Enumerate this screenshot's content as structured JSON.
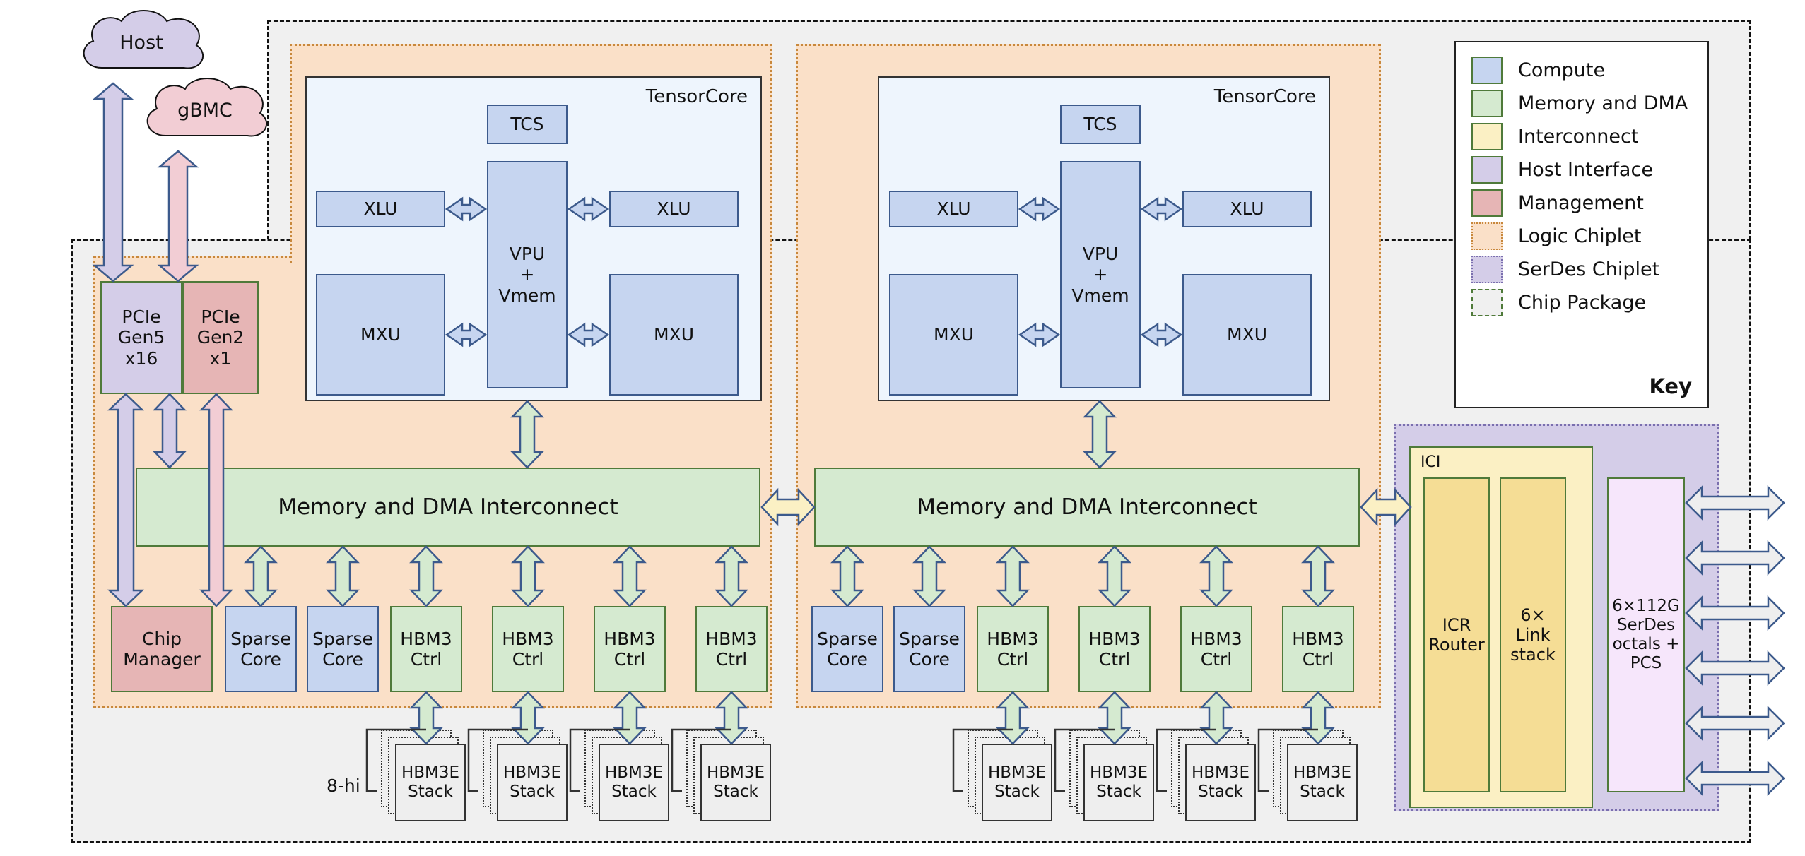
{
  "diagram": {
    "title": "TPU chip package block diagram",
    "external_nodes": [
      {
        "name": "host",
        "label": "Host",
        "color": "#d4cde8"
      },
      {
        "name": "gbmc",
        "label": "gBMC",
        "color": "#f2cdd4"
      }
    ],
    "side_labels": [
      {
        "name": "hbm-stack-height",
        "label": "8-hi"
      }
    ],
    "logic_chiplets": [
      {
        "name": "logic-chiplet-left",
        "tensorcore": {
          "label": "TensorCore",
          "blocks": {
            "tcs": "TCS",
            "vpu": "VPU\n+\nVmem",
            "xlu_left": "XLU",
            "xlu_right": "XLU",
            "mxu_left": "MXU",
            "mxu_right": "MXU"
          }
        },
        "interconnect": "Memory and DMA Interconnect",
        "bottom_blocks": [
          {
            "label": "Chip\nManager",
            "kind": "management"
          },
          {
            "label": "Sparse\nCore",
            "kind": "compute"
          },
          {
            "label": "Sparse\nCore",
            "kind": "compute"
          },
          {
            "label": "HBM3\nCtrl",
            "kind": "memory"
          },
          {
            "label": "HBM3\nCtrl",
            "kind": "memory"
          },
          {
            "label": "HBM3\nCtrl",
            "kind": "memory"
          },
          {
            "label": "HBM3\nCtrl",
            "kind": "memory"
          }
        ],
        "pcie": [
          {
            "label": "PCIe\nGen5\nx16",
            "kind": "host-interface"
          },
          {
            "label": "PCIe\nGen2\nx1",
            "kind": "management"
          }
        ]
      },
      {
        "name": "logic-chiplet-right",
        "tensorcore": {
          "label": "TensorCore",
          "blocks": {
            "tcs": "TCS",
            "vpu": "VPU\n+\nVmem",
            "xlu_left": "XLU",
            "xlu_right": "XLU",
            "mxu_left": "MXU",
            "mxu_right": "MXU"
          }
        },
        "interconnect": "Memory and DMA Interconnect",
        "bottom_blocks": [
          {
            "label": "Sparse\nCore",
            "kind": "compute"
          },
          {
            "label": "Sparse\nCore",
            "kind": "compute"
          },
          {
            "label": "HBM3\nCtrl",
            "kind": "memory"
          },
          {
            "label": "HBM3\nCtrl",
            "kind": "memory"
          },
          {
            "label": "HBM3\nCtrl",
            "kind": "memory"
          },
          {
            "label": "HBM3\nCtrl",
            "kind": "memory"
          }
        ]
      }
    ],
    "serdes_chiplet": {
      "name": "serdes-chiplet",
      "ici": {
        "label": "ICI",
        "blocks": [
          {
            "label": "ICR\nRouter"
          },
          {
            "label": "6×\nLink\nstack"
          }
        ]
      },
      "serdes_block": {
        "label": "6×112G\nSerDes\noctals +\nPCS"
      },
      "external_link_count": 6
    },
    "hbm_stacks": {
      "label": "HBM3E\nStack",
      "count_left": 4,
      "count_right": 4
    },
    "legend": {
      "key_label": "Key",
      "items": [
        {
          "label": "Compute",
          "color": "#c6d5f0",
          "border": "solid"
        },
        {
          "label": "Memory and DMA",
          "color": "#d5ead0",
          "border": "solid"
        },
        {
          "label": "Interconnect",
          "color": "#fbf0c4",
          "border": "solid"
        },
        {
          "label": "Host Interface",
          "color": "#d4cde8",
          "border": "solid"
        },
        {
          "label": "Management",
          "color": "#e6b5b5",
          "border": "solid"
        },
        {
          "label": "Logic Chiplet",
          "color": "#fae0c8",
          "border": "dotted"
        },
        {
          "label": "SerDes Chiplet",
          "color": "#d4cde8",
          "border": "dotted"
        },
        {
          "label": "Chip Package",
          "color": "#f0f0f0",
          "border": "dashed"
        }
      ]
    },
    "colors": {
      "compute": "#c6d5f0",
      "memory": "#d5ead0",
      "interconnect": "#fbf0c4",
      "host_interface": "#d4cde8",
      "management": "#e6b5b5",
      "logic_chiplet": "#fae0c8",
      "serdes_chiplet": "#d4cde8",
      "chip_package": "#f0f0f0",
      "arrow_outline": "#3c5a8c"
    }
  }
}
